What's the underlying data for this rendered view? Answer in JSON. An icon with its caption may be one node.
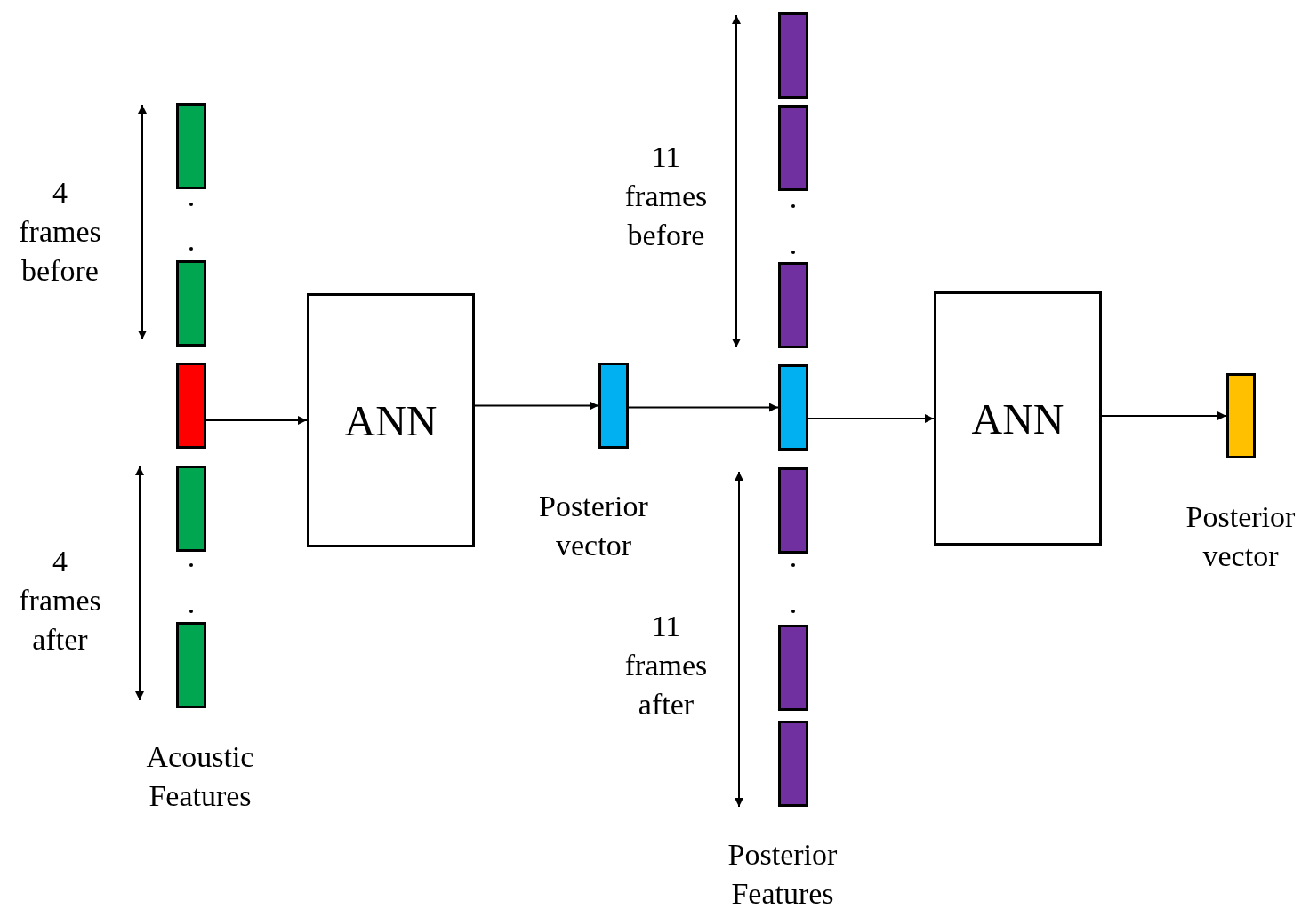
{
  "diagram": {
    "nodes": [
      {
        "text": [],
        "shape": "bar"
      },
      {
        "text": [],
        "shape": "bar"
      },
      {
        "text": [],
        "shape": "bar"
      },
      {
        "text": [],
        "shape": "bar"
      },
      {
        "text": [],
        "shape": "bar"
      },
      {
        "text": [
          "ANN"
        ]
      },
      {
        "text": [],
        "shape": "bar"
      },
      {
        "text": [],
        "shape": "bar"
      },
      {
        "text": [],
        "shape": "bar"
      },
      {
        "text": [],
        "shape": "bar"
      },
      {
        "text": [],
        "shape": "bar"
      },
      {
        "text": [],
        "shape": "bar"
      },
      {
        "text": [],
        "shape": "bar"
      },
      {
        "text": [],
        "shape": "bar"
      },
      {
        "text": [
          "ANN"
        ]
      },
      {
        "text": [],
        "shape": "bar"
      }
    ],
    "edges": [
      {
        "from": 2,
        "to": 5,
        "arrow": "to"
      },
      {
        "from": 5,
        "to": 6,
        "arrow": "to"
      },
      {
        "from": 6,
        "to": 10,
        "arrow": "to"
      },
      {
        "from": 10,
        "to": 14,
        "arrow": "to"
      },
      {
        "from": 14,
        "to": 15,
        "arrow": "to"
      }
    ],
    "labels": [
      "4 frames before",
      "4 frames after",
      "Acoustic Features",
      "Posterior vector",
      "11 frames before",
      "11 frames after",
      "Posterior Features",
      "Posterior vector"
    ]
  }
}
